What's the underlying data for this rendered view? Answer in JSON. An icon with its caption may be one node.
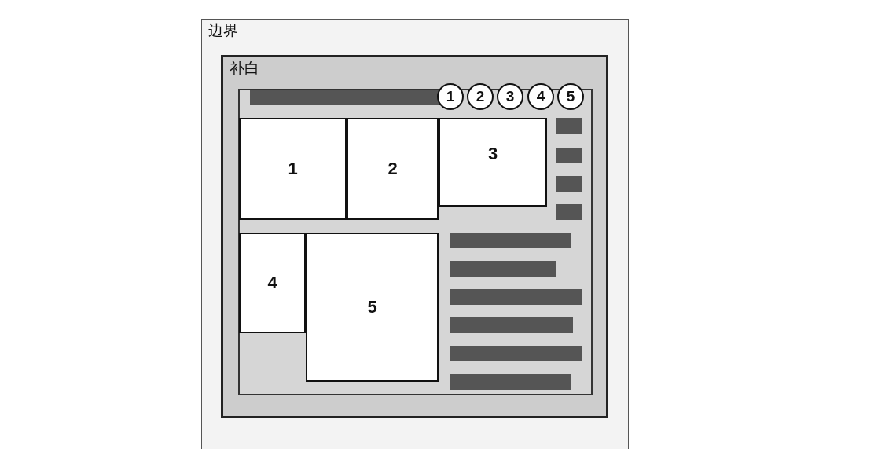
{
  "diagram": {
    "nodes": [
      {
        "text": [
          "边界"
        ]
      },
      {
        "text": [
          "补白"
        ],
        "in": 0
      },
      {
        "text": [],
        "shape": "box",
        "in": 1
      },
      {
        "text": [
          "1"
        ],
        "in": 1
      },
      {
        "text": [
          "2"
        ],
        "in": 1
      },
      {
        "text": [
          "3"
        ],
        "in": 1
      },
      {
        "text": [
          "4"
        ],
        "in": 1
      },
      {
        "text": [
          "5"
        ],
        "in": 1
      },
      {
        "text": [
          "1"
        ],
        "in": 2
      },
      {
        "text": [
          "2"
        ],
        "in": 2
      },
      {
        "text": [
          "3"
        ],
        "in": 2
      },
      {
        "text": [
          "4"
        ],
        "in": 2
      },
      {
        "text": [
          "5"
        ],
        "in": 2
      }
    ]
  }
}
